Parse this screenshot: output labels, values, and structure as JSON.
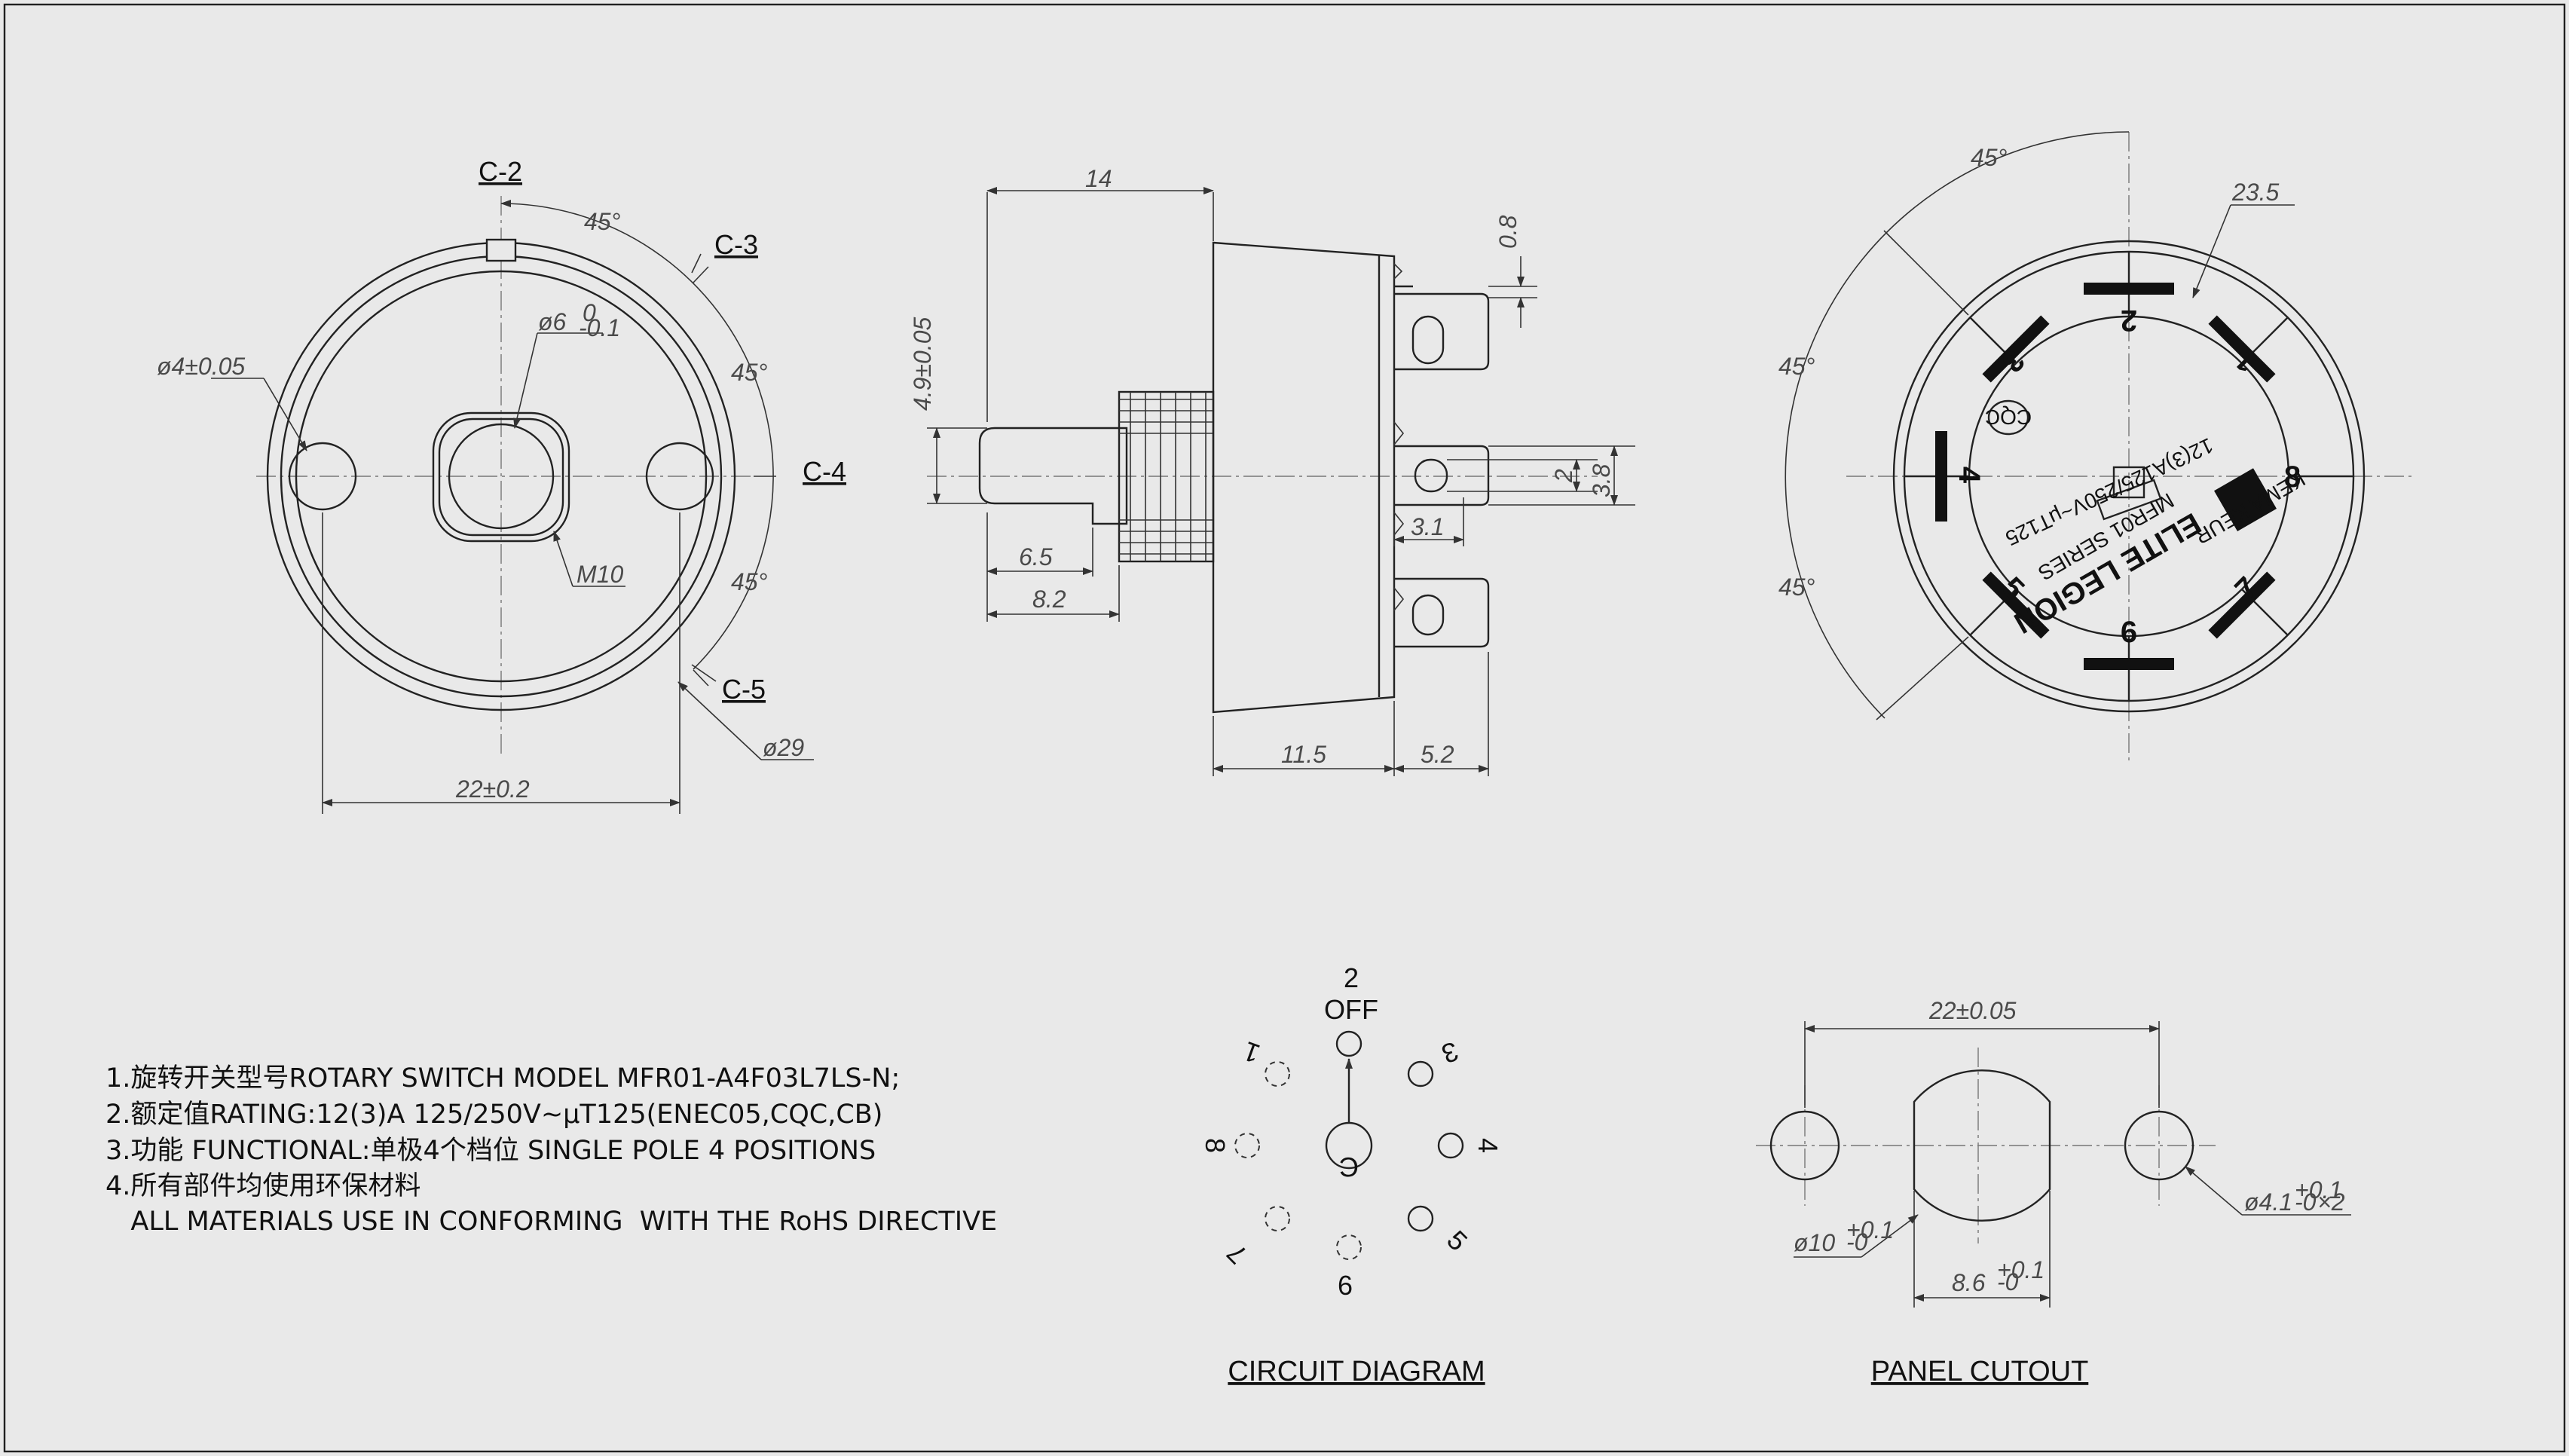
{
  "front_view": {
    "labels": [
      "C-2",
      "C-3",
      "C-4",
      "C-5"
    ],
    "dims": {
      "hole_dia": "ø4±0.05",
      "shaft_dia": "ø6",
      "shaft_tol_upper": "0",
      "shaft_tol_lower": "-0.1",
      "thread": "M10",
      "outer_dia": "ø29",
      "hole_spacing": "22±0.2",
      "angle": "45°"
    }
  },
  "side_view": {
    "dims": {
      "overall": "14",
      "shaft_height": "4.9±0.05",
      "flat": "6.5",
      "shaft_len": "8.2",
      "body": "11.5",
      "terminal": "5.2",
      "tab_thick": "0.8",
      "hole": "2",
      "tab_width": "3.8",
      "hole_pos": "3.1"
    }
  },
  "back_view": {
    "angles": [
      "45°",
      "45°",
      "45°"
    ],
    "radius": "23.5",
    "terminals": [
      "2",
      "1",
      "3",
      "4",
      "8",
      "5",
      "7",
      "6"
    ],
    "marking": {
      "brand_line1": "ELITE LEGION",
      "brand_line2": "MFR01 SERIES",
      "rating": "12(3)A125/250V~μT125",
      "cert1": "CQC",
      "cert2": "KEMA KEUR"
    }
  },
  "notes": [
    "1.旋转开关型号ROTARY SWITCH MODEL MFR01-A4F03L7LS-N;",
    "2.额定值RATING:12(3)A 125/250V~μT125(ENEC05,CQC,CB)",
    "3.功能 FUNCTIONAL:单极4个档位  SINGLE POLE 4 POSITIONS",
    "4.所有部件均使用环保材料",
    "   ALL MATERIALS USE IN CONFORMING  WITH THE RoHS DIRECTIVE"
  ],
  "circuit": {
    "title": "CIRCUIT DIAGRAM",
    "top_number": "2",
    "off": "OFF",
    "positions": [
      "1",
      "3",
      "4",
      "5",
      "6",
      "7",
      "8"
    ],
    "common": "C"
  },
  "cutout": {
    "title": "PANEL CUTOUT",
    "spacing": "22±0.05",
    "center_dia": "ø10",
    "center_tol_upper": "+0.1",
    "center_tol_lower": "-0",
    "flat": "8.6",
    "flat_tol_upper": "+0.1",
    "flat_tol_lower": "-0",
    "holes": "ø4.1",
    "holes_tol_upper": "+0.1",
    "holes_tol_lower": "-0",
    "holes_qty": "×2"
  }
}
